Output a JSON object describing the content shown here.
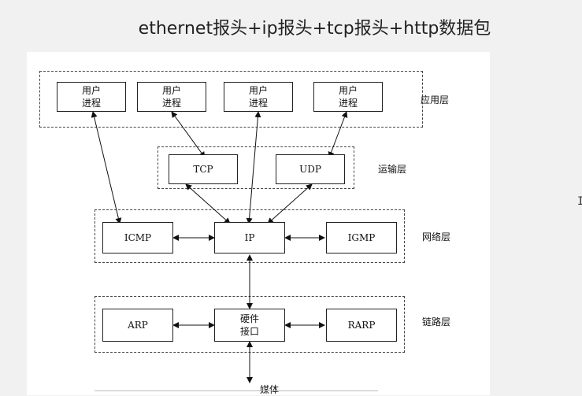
{
  "title": "ethernet报头+ip报头+tcp报头+http数据包",
  "layers": {
    "app": "应用层",
    "transport": "运输层",
    "network": "网络层",
    "link": "链路层"
  },
  "nodes": {
    "user1": "用户\n进程",
    "user2": "用户\n进程",
    "user3": "用户\n进程",
    "user4": "用户\n进程",
    "tcp": "TCP",
    "udp": "UDP",
    "icmp": "ICMP",
    "ip": "IP",
    "igmp": "IGMP",
    "arp": "ARP",
    "hw": "硬件\n接口",
    "rarp": "RARP"
  },
  "media": "媒体",
  "cursor_glyph": "I"
}
